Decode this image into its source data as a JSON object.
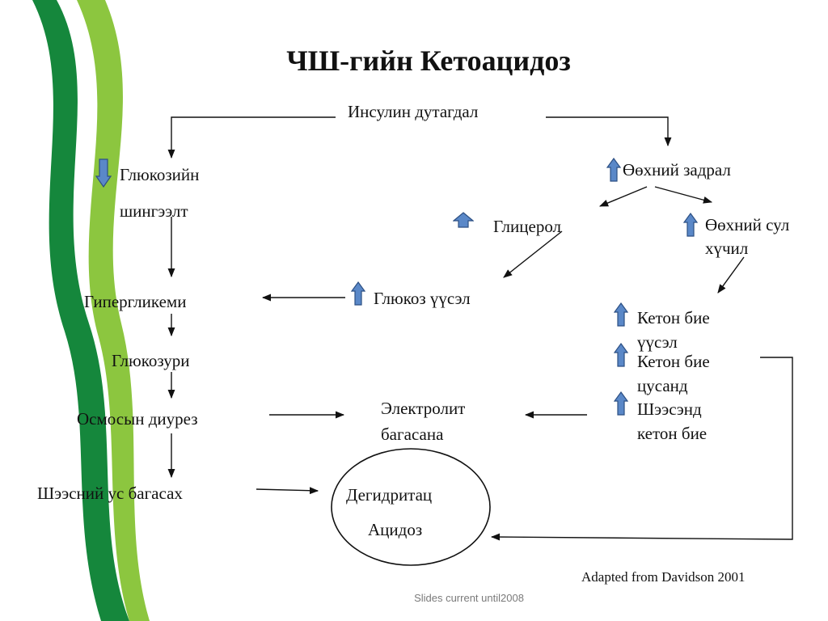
{
  "title": "ЧШ-гийн Кетоацидоз",
  "nodes": {
    "insulin": "Инсулин дутагдал",
    "glucose_uptake_1": "Глюкозийн",
    "glucose_uptake_2": "шингээлт",
    "fat_breakdown": "Өөхний задрал",
    "glycerol": "Глицерол",
    "free_fatty_acids_1": "Өөхний сул",
    "free_fatty_acids_2": "хүчил",
    "hyperglycemia": "Гипергликеми",
    "gluconeogenesis": "Глюкоз үүсэл",
    "ketone_formation_1": "Кетон бие",
    "ketone_formation_2": "үүсэл",
    "blood_ketones_1": "Кетон бие",
    "blood_ketones_2": "цусанд",
    "urine_ketones_1": "Шээсэнд",
    "urine_ketones_2": "кетон бие",
    "glucosuria": "Глюкозури",
    "osmotic_diuresis": "Осмосын диурез",
    "electrolyte_1": "Электролит",
    "electrolyte_2": "багасана",
    "urine_water_loss": "Шээсний ус багасах",
    "dehydration": "Дегидритац",
    "acidosis": "Ацидоз"
  },
  "indicators": {
    "glucose_uptake": "down",
    "fat_breakdown": "up",
    "glycerol": "up",
    "free_fatty_acids": "up",
    "gluconeogenesis": "up",
    "ketone_formation": "up",
    "blood_ketones": "up",
    "urine_ketones": "up"
  },
  "citation": "Adapted from Davidson 2001",
  "footer": "Slides current until2008",
  "colors": {
    "indicator_fill": "#5a88c8",
    "indicator_stroke": "#2c4f83",
    "swoosh_dark": "#15873c",
    "swoosh_light": "#8cc63f"
  }
}
